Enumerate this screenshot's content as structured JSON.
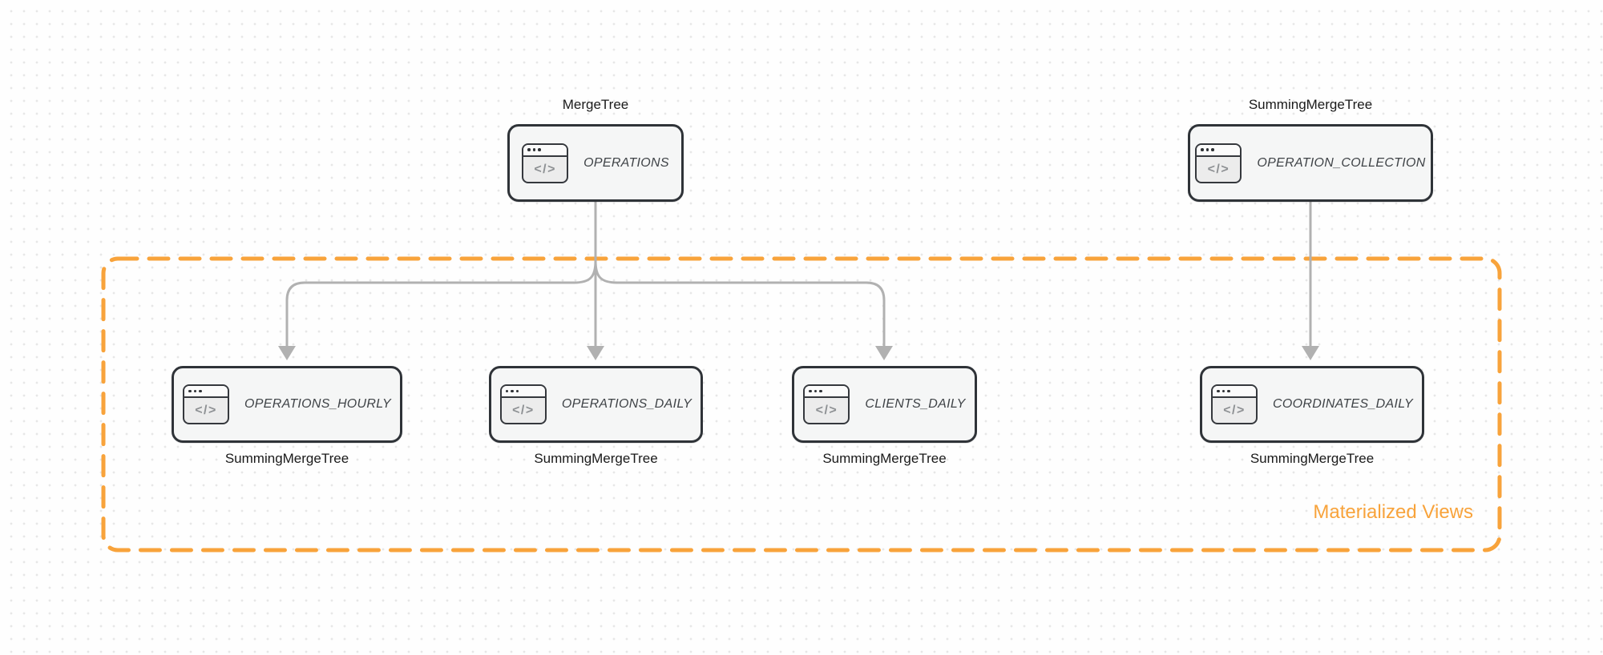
{
  "diagram": {
    "group_label": "Materialized Views",
    "colors": {
      "accent_orange": "#F8A33B",
      "arrow_gray": "#B1B1B1",
      "node_border": "#2F3338",
      "node_fill": "#F5F6F6",
      "dot_grid": "#E7E7E7"
    },
    "icon_glyph": "</>",
    "nodes": [
      {
        "id": "operations",
        "engine": "MergeTree",
        "name": "OPERATIONS",
        "engine_label_position": "top"
      },
      {
        "id": "operation-collection",
        "engine": "SummingMergeTree",
        "name": "OPERATION_COLLECTION",
        "engine_label_position": "top"
      },
      {
        "id": "operations-hourly",
        "engine": "SummingMergeTree",
        "name": "OPERATIONS_HOURLY",
        "engine_label_position": "bottom"
      },
      {
        "id": "operations-daily",
        "engine": "SummingMergeTree",
        "name": "OPERATIONS_DAILY",
        "engine_label_position": "bottom"
      },
      {
        "id": "clients-daily",
        "engine": "SummingMergeTree",
        "name": "CLIENTS_DAILY",
        "engine_label_position": "bottom"
      },
      {
        "id": "coordinates-daily",
        "engine": "SummingMergeTree",
        "name": "COORDINATES_DAILY",
        "engine_label_position": "bottom"
      }
    ],
    "edges": [
      {
        "from": "operations",
        "to": "operations-hourly"
      },
      {
        "from": "operations",
        "to": "operations-daily"
      },
      {
        "from": "operations",
        "to": "clients-daily"
      },
      {
        "from": "operation-collection",
        "to": "coordinates-daily"
      }
    ]
  }
}
